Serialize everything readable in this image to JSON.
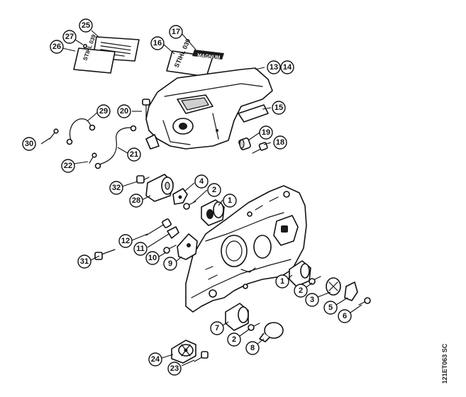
{
  "diagram": {
    "drawing_code": "121ET063 SC",
    "decals": {
      "model_plate_text": "STIHL 039",
      "model_badge_text": "STIHL 039",
      "brand_strip_text": "MAGNUM"
    },
    "callouts": [
      {
        "id": "c1a",
        "label": "1"
      },
      {
        "id": "c1b",
        "label": "1"
      },
      {
        "id": "c2a",
        "label": "2"
      },
      {
        "id": "c2b",
        "label": "2"
      },
      {
        "id": "c2c",
        "label": "2"
      },
      {
        "id": "c3",
        "label": "3"
      },
      {
        "id": "c4",
        "label": "4"
      },
      {
        "id": "c5",
        "label": "5"
      },
      {
        "id": "c6",
        "label": "6"
      },
      {
        "id": "c7",
        "label": "7"
      },
      {
        "id": "c8",
        "label": "8"
      },
      {
        "id": "c9",
        "label": "9"
      },
      {
        "id": "c10",
        "label": "10"
      },
      {
        "id": "c11",
        "label": "11"
      },
      {
        "id": "c12",
        "label": "12"
      },
      {
        "id": "c13",
        "label": "13"
      },
      {
        "id": "c14",
        "label": "14"
      },
      {
        "id": "c15",
        "label": "15"
      },
      {
        "id": "c16",
        "label": "16"
      },
      {
        "id": "c17",
        "label": "17"
      },
      {
        "id": "c18",
        "label": "18"
      },
      {
        "id": "c19",
        "label": "19"
      },
      {
        "id": "c20",
        "label": "20"
      },
      {
        "id": "c21",
        "label": "21"
      },
      {
        "id": "c22",
        "label": "22"
      },
      {
        "id": "c23",
        "label": "23"
      },
      {
        "id": "c24",
        "label": "24"
      },
      {
        "id": "c25",
        "label": "25"
      },
      {
        "id": "c26",
        "label": "26"
      },
      {
        "id": "c27",
        "label": "27"
      },
      {
        "id": "c28",
        "label": "28"
      },
      {
        "id": "c29",
        "label": "29"
      },
      {
        "id": "c30",
        "label": "30"
      },
      {
        "id": "c31",
        "label": "31"
      },
      {
        "id": "c32",
        "label": "32"
      }
    ]
  }
}
